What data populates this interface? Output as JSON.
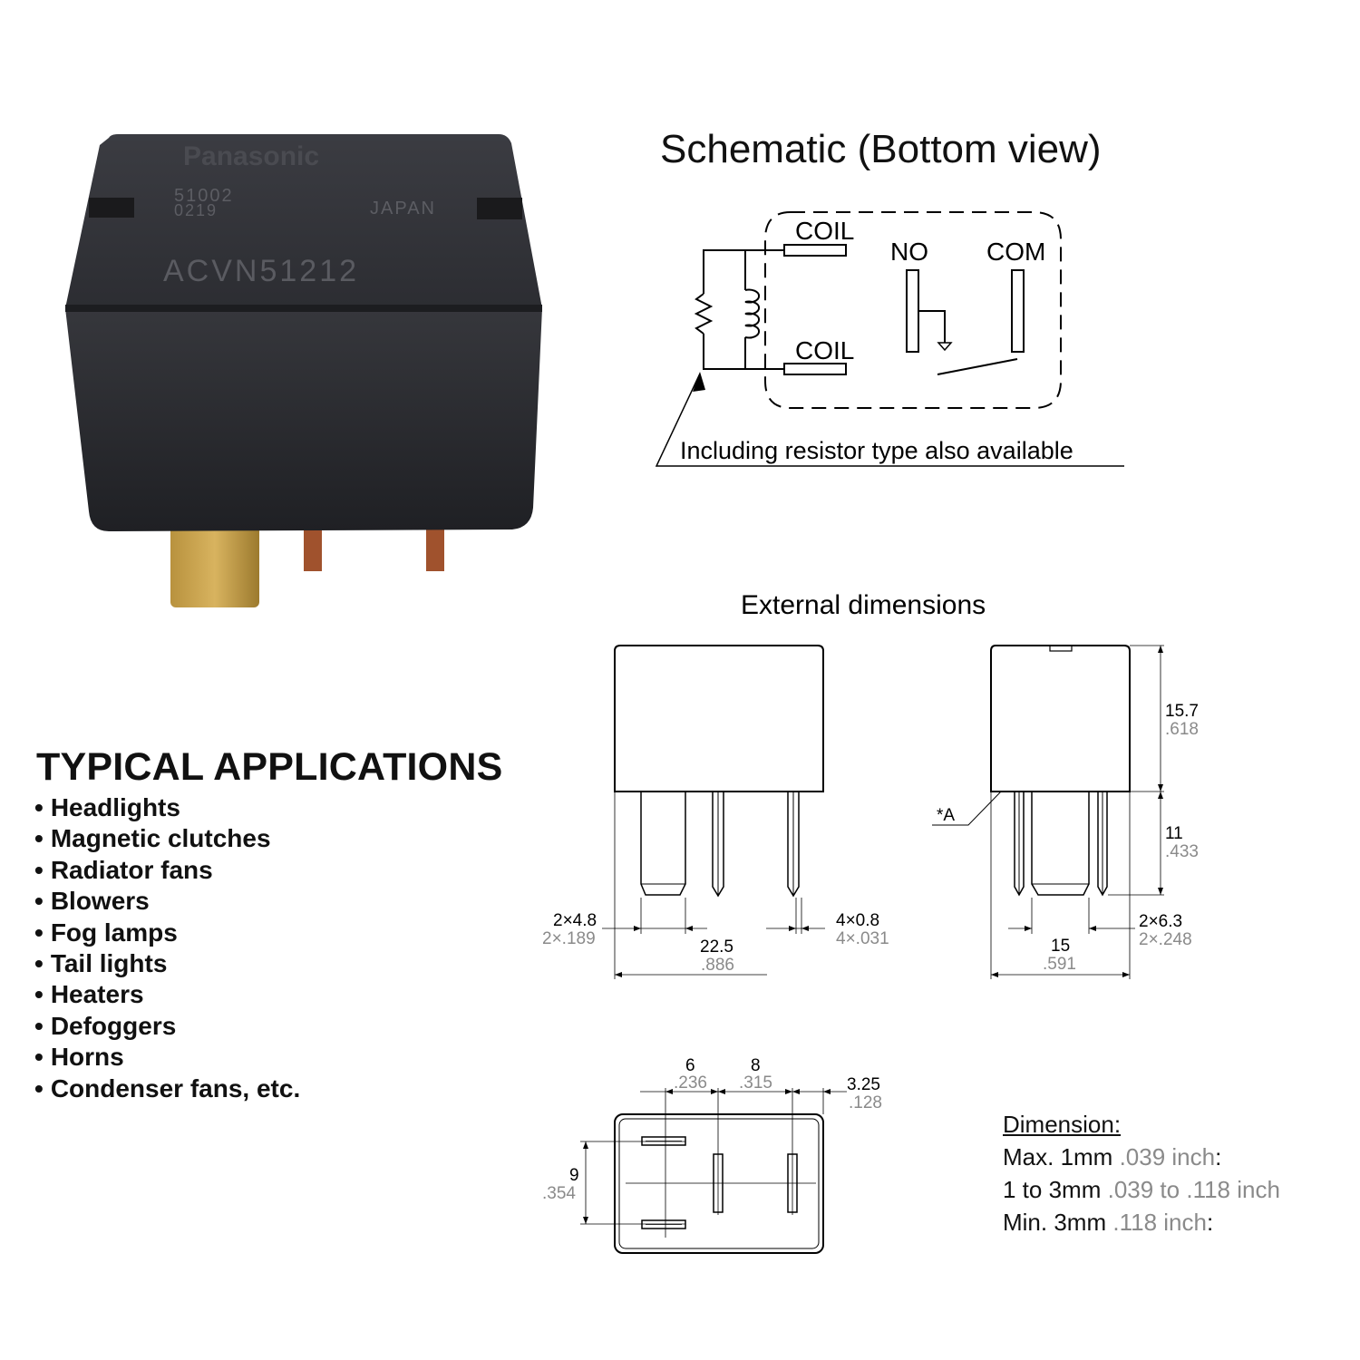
{
  "product_photo": {
    "brand": "Panasonic",
    "code1": "51002",
    "code2": "0219",
    "origin": "JAPAN",
    "model": "ACVN51212"
  },
  "schematic": {
    "title": "Schematic (Bottom view)",
    "coil_top": "COIL",
    "coil_bottom": "COIL",
    "no": "NO",
    "com": "COM",
    "note": "Including resistor type also available"
  },
  "external": {
    "title": "External dimensions",
    "front": {
      "pin_width_mm": "2×4.8",
      "pin_width_in": "2×.189",
      "length_mm": "22.5",
      "length_in": ".886",
      "small_pin_mm": "4×0.8",
      "small_pin_in": "4×.031"
    },
    "side": {
      "marker": "*A",
      "height_mm": "15.7",
      "height_in": ".618",
      "pin_len_mm": "11",
      "pin_len_in": ".433",
      "width_mm": "15",
      "width_in": ".591",
      "pin_width_mm": "2×6.3",
      "pin_width_in": "2×.248"
    },
    "bottom": {
      "d1_mm": "6",
      "d1_in": ".236",
      "d2_mm": "8",
      "d2_in": ".315",
      "d3_mm": "3.25",
      "d3_in": ".128",
      "d4_mm": "9",
      "d4_in": ".354"
    }
  },
  "applications": {
    "heading": "TYPICAL APPLICATIONS",
    "items": [
      "Headlights",
      "Magnetic clutches",
      "Radiator fans",
      "Blowers",
      "Fog lamps",
      "Tail lights",
      "Heaters",
      "Defoggers",
      "Horns",
      "Condenser fans, etc."
    ]
  },
  "dimension_legend": {
    "title": "Dimension:",
    "r1_mm": "Max. 1mm",
    "r1_in": ".039 inch",
    "r1_tail": ":",
    "r2_mm": "1 to 3mm",
    "r2_in": ".039 to .118 inch",
    "r3_mm": "Min. 3mm",
    "r3_in": ".118 inch",
    "r3_tail": ":"
  }
}
